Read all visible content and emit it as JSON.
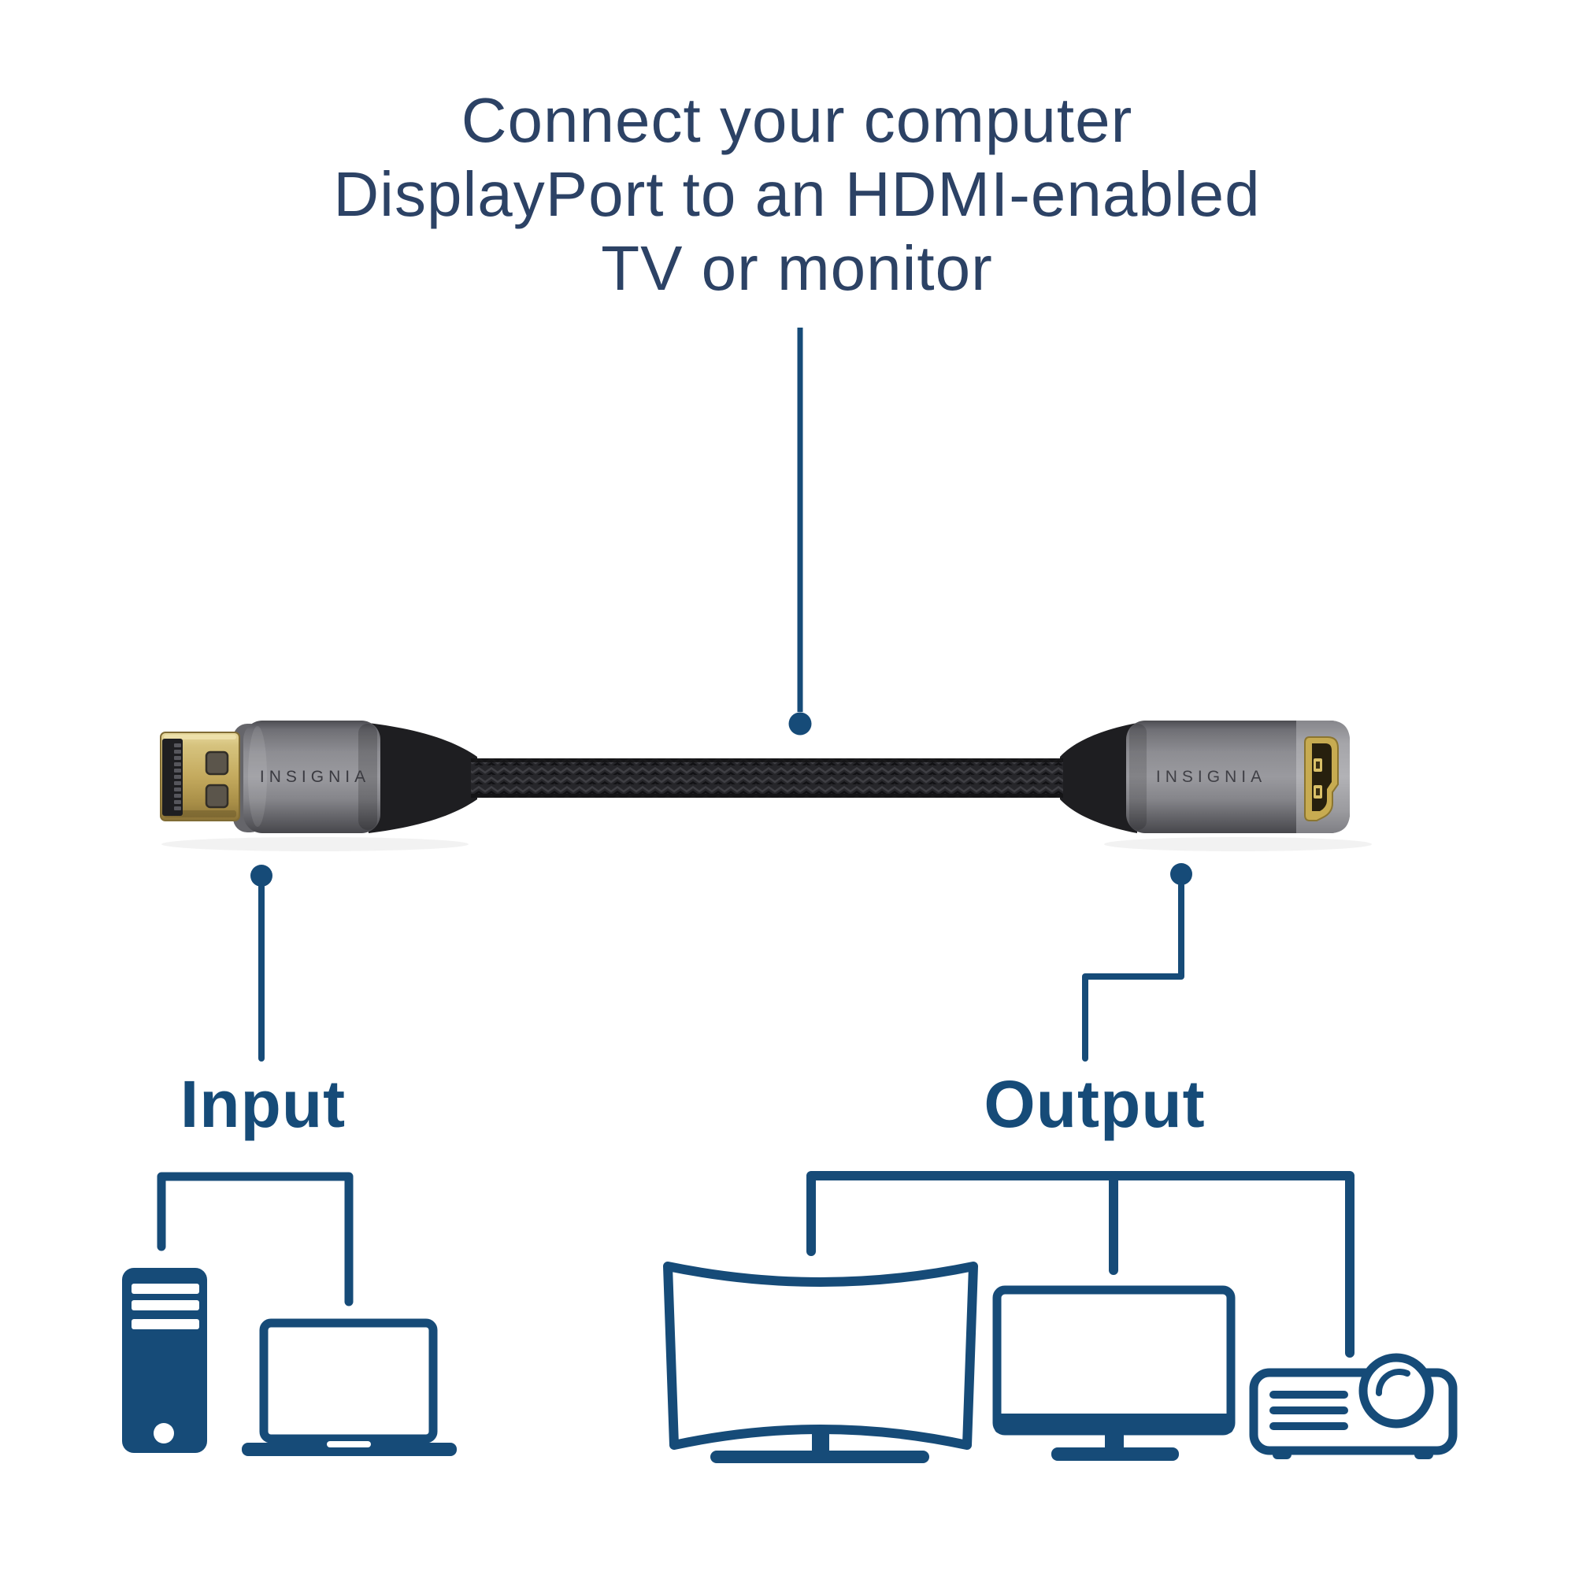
{
  "headline": {
    "line1": "Connect your computer",
    "line2": "DisplayPort to an HDMI-enabled",
    "line3": "TV or monitor"
  },
  "labels": {
    "input": "Input",
    "output": "Output"
  },
  "adapter": {
    "left_connector": {
      "type": "DisplayPort male plug",
      "brand": "INSIGNIA"
    },
    "right_connector": {
      "type": "HDMI female port",
      "brand": "INSIGNIA"
    },
    "cable": "black braided cable"
  },
  "input_devices": [
    {
      "icon": "desktop-tower-icon",
      "name": "desktop computer"
    },
    {
      "icon": "laptop-icon",
      "name": "laptop"
    }
  ],
  "output_devices": [
    {
      "icon": "curved-tv-icon",
      "name": "curved TV"
    },
    {
      "icon": "monitor-icon",
      "name": "monitor"
    },
    {
      "icon": "projector-icon",
      "name": "projector"
    }
  ],
  "colors": {
    "navy": "#164b78",
    "title-navy": "#2c4265",
    "background": "#ffffff",
    "gold": "#c4aa5e",
    "housing-gray": "#8d8d92",
    "cable-black": "#26262a"
  }
}
